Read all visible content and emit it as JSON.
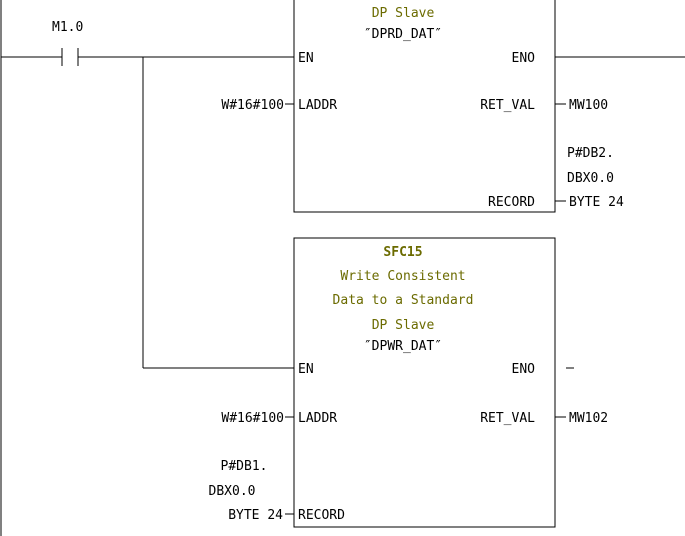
{
  "contact": {
    "address": "M1.0"
  },
  "block1": {
    "title_lines": [
      "DP Slave",
      "″DPRD_DAT″"
    ],
    "en": "EN",
    "eno": "ENO",
    "pins": {
      "laddr": "LADDR",
      "ret_val": "RET_VAL",
      "record": "RECORD"
    },
    "params": {
      "laddr": "W#16#100",
      "ret_val": "MW100",
      "record_lines": [
        "P#DB2.",
        "DBX0.0",
        "BYTE 24"
      ]
    }
  },
  "block2": {
    "name": "SFC15",
    "title_lines": [
      "Write Consistent",
      "Data to a Standard",
      "DP Slave",
      "″DPWR_DAT″"
    ],
    "en": "EN",
    "eno": "ENO",
    "pins": {
      "laddr": "LADDR",
      "ret_val": "RET_VAL",
      "record": "RECORD"
    },
    "params": {
      "laddr": "W#16#100",
      "ret_val": "MW102",
      "record_lines": [
        "P#DB1.",
        "DBX0.0",
        "BYTE 24"
      ]
    }
  },
  "colors": {
    "line": "#000000",
    "title": "#6b6b00"
  }
}
